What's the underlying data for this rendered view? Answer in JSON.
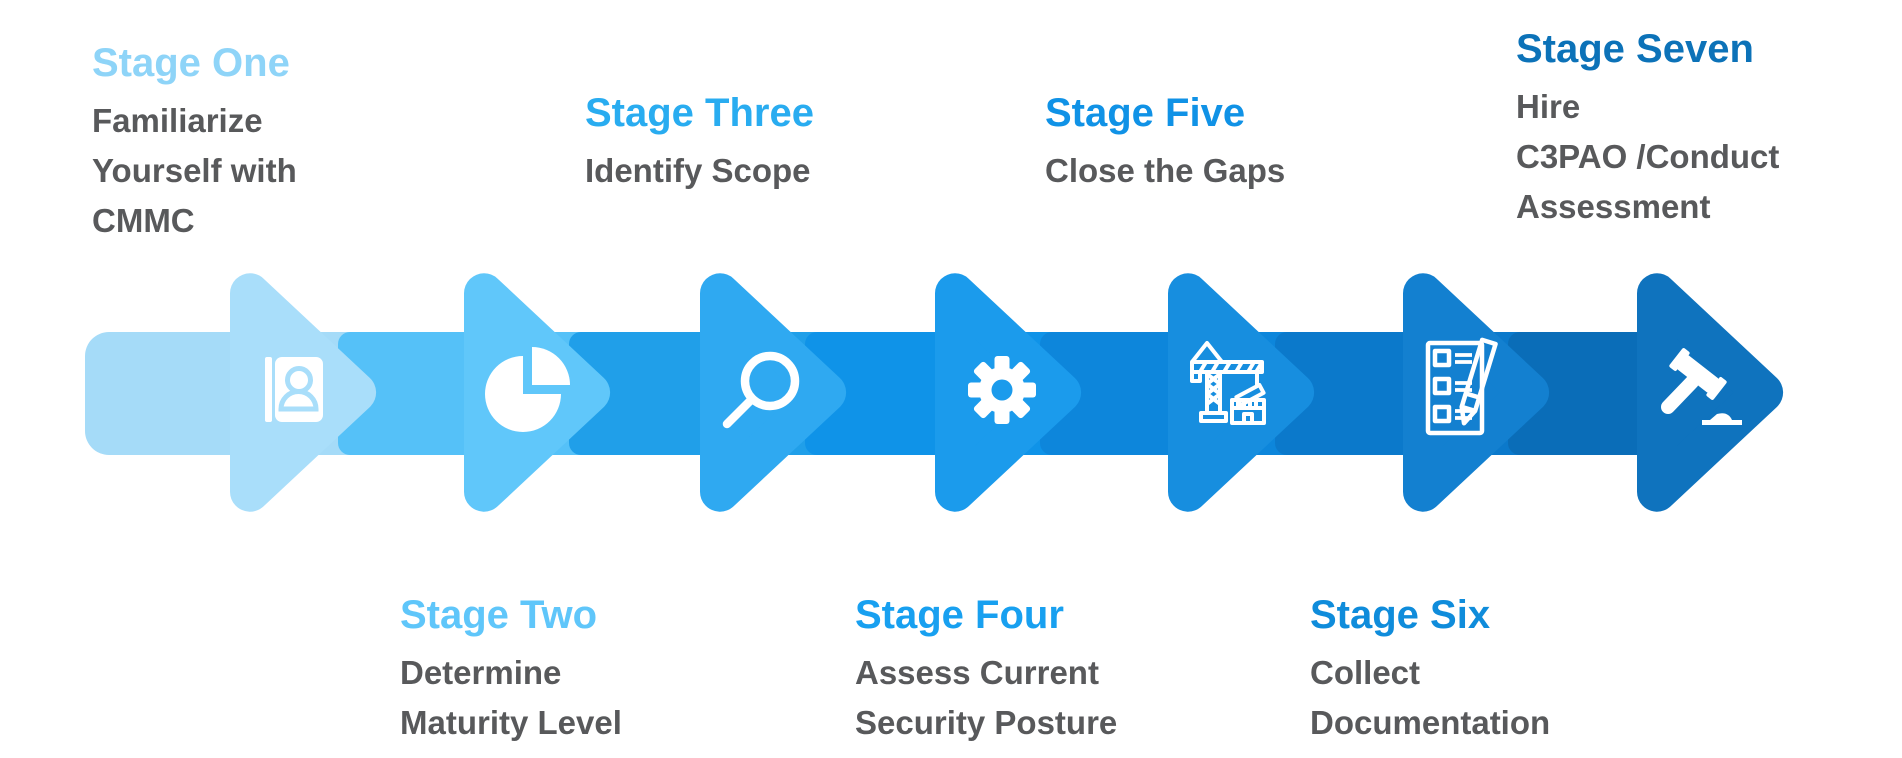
{
  "diagram": {
    "name": "CMMC seven stage process arrow diagram",
    "text_color": "#58595B",
    "background": "#FFFFFF"
  },
  "stages": [
    {
      "number": 1,
      "title": "Stage One",
      "label_position": "top",
      "lines": [
        "Familiarize",
        "Yourself with",
        "CMMC"
      ],
      "title_color": "#8ED4F8",
      "band_color": "#A5DBF8",
      "arrow_color": "#A9DEFA",
      "icon": "address-book-icon"
    },
    {
      "number": 2,
      "title": "Stage Two",
      "label_position": "bottom",
      "lines": [
        "Determine",
        "Maturity Level"
      ],
      "title_color": "#5FC6FA",
      "band_color": "#55C1F8",
      "arrow_color": "#60C7FA",
      "icon": "pie-chart-icon"
    },
    {
      "number": 3,
      "title": "Stage Three",
      "label_position": "top",
      "lines": [
        "Identify Scope"
      ],
      "title_color": "#29ACF0",
      "band_color": "#209FE9",
      "arrow_color": "#2FA9F1",
      "icon": "magnifier-icon"
    },
    {
      "number": 4,
      "title": "Stage Four",
      "label_position": "bottom",
      "lines": [
        "Assess Current",
        "Security Posture"
      ],
      "title_color": "#18A0F0",
      "band_color": "#0F93E8",
      "arrow_color": "#1B9BEC",
      "icon": "gear-icon"
    },
    {
      "number": 5,
      "title": "Stage Five",
      "label_position": "top",
      "lines": [
        "Close the Gaps"
      ],
      "title_color": "#1092E6",
      "band_color": "#0D86DB",
      "arrow_color": "#178EDF",
      "icon": "crane-icon"
    },
    {
      "number": 6,
      "title": "Stage Six",
      "label_position": "bottom",
      "lines": [
        "Collect",
        "Documentation"
      ],
      "title_color": "#0F8CDB",
      "band_color": "#0B79CB",
      "arrow_color": "#1380D0",
      "icon": "checklist-icon"
    },
    {
      "number": 7,
      "title": "Stage Seven",
      "label_position": "top",
      "lines": [
        "Hire",
        "C3PAO /Conduct",
        "Assessment"
      ],
      "title_color": "#0C72B8",
      "band_color": "#0A6DB8",
      "arrow_color": "#0F73BE",
      "icon": "gavel-icon"
    }
  ]
}
